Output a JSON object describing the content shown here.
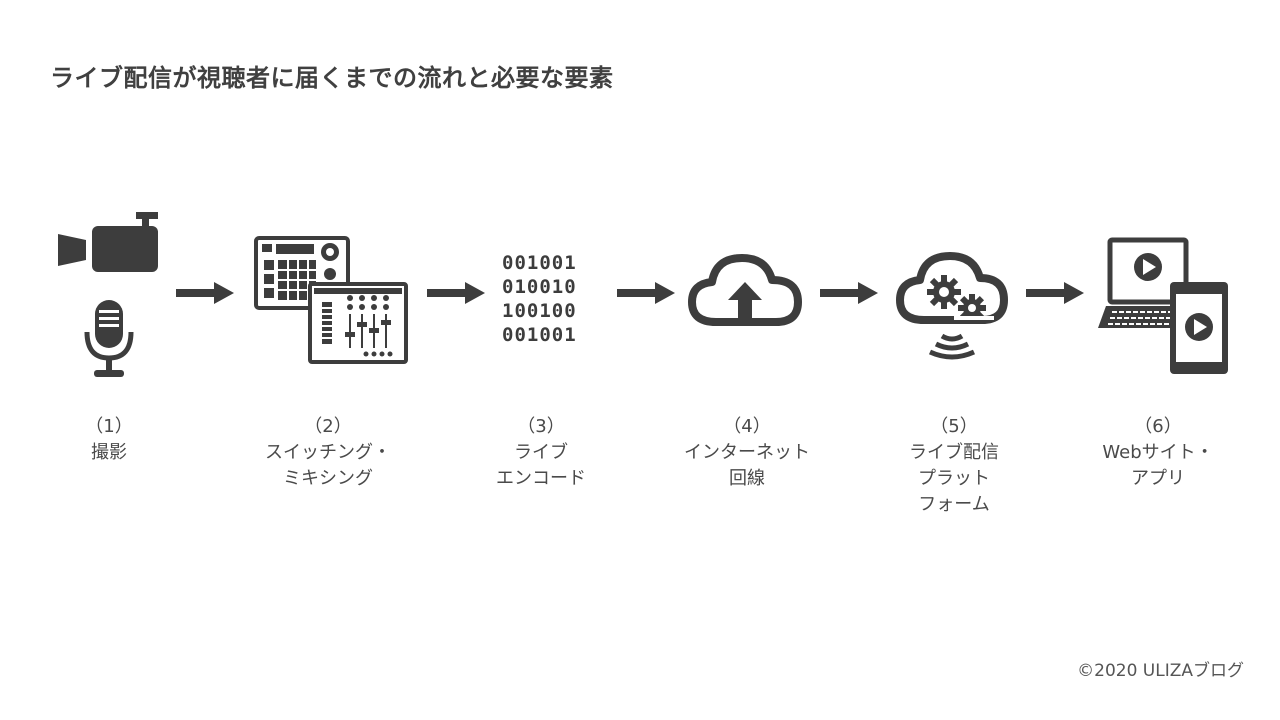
{
  "title": "ライブ配信が視聴者に届くまでの流れと必要な要素",
  "colors": {
    "icon": "#3d3d3d",
    "text": "#4a4a4a"
  },
  "steps": [
    {
      "num": "（1）",
      "lines": [
        "撮影"
      ],
      "icons": [
        "video-camera-icon",
        "microphone-icon"
      ]
    },
    {
      "num": "（2）",
      "lines": [
        "スイッチング・",
        "ミキシング"
      ],
      "icons": [
        "switcher-icon",
        "mixer-icon"
      ]
    },
    {
      "num": "（3）",
      "lines": [
        "ライブ",
        "エンコード"
      ],
      "icons": [
        "binary-code-icon"
      ],
      "binary": [
        "001001",
        "010010",
        "100100",
        "001001"
      ]
    },
    {
      "num": "（4）",
      "lines": [
        "インターネット",
        "回線"
      ],
      "icons": [
        "cloud-upload-icon"
      ]
    },
    {
      "num": "（5）",
      "lines": [
        "ライブ配信",
        "プラット",
        "フォーム"
      ],
      "icons": [
        "cloud-gears-icon"
      ]
    },
    {
      "num": "（6）",
      "lines": [
        "Webサイト・",
        "アプリ"
      ],
      "icons": [
        "laptop-icon",
        "smartphone-icon"
      ]
    }
  ],
  "footer": "©2020 ULIZAブログ"
}
